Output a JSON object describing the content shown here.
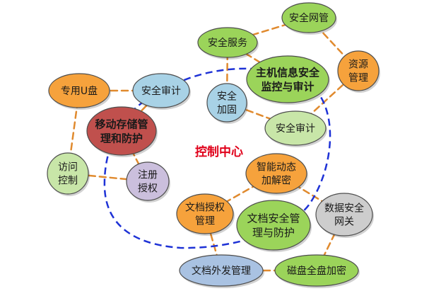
{
  "colors": {
    "orange_dash": "#E08A2E",
    "blue_dash": "#1E32D6",
    "center_text": "#E0001A",
    "green": "#9BD45A",
    "light_green": "#C8E6A8",
    "light_blue": "#A8D2E6",
    "orange": "#F6A23C",
    "maroon": "#C0504D",
    "lilac": "#CBBFDD",
    "gray": "#CDCDCD",
    "blue_gray": "#A9C2E2",
    "outline": "#4D4D4D"
  },
  "center_label": "控制中心",
  "nodes": [
    {
      "id": "secure-network",
      "lines": [
        "安全网管"
      ],
      "fill": "green"
    },
    {
      "id": "security-service",
      "lines": [
        "安全服务"
      ],
      "fill": "green"
    },
    {
      "id": "resource-management",
      "lines": [
        "资源",
        "管理"
      ],
      "fill": "orange"
    },
    {
      "id": "host-security-audit",
      "lines": [
        "主机信息安全",
        "监控与审计"
      ],
      "fill": "green",
      "bold": true
    },
    {
      "id": "security-audit-left",
      "lines": [
        "安全审计"
      ],
      "fill": "light_blue"
    },
    {
      "id": "usb-drive",
      "lines": [
        "专用U盘"
      ],
      "fill": "orange"
    },
    {
      "id": "security-hardening",
      "lines": [
        "安全",
        "加固"
      ],
      "fill": "light_blue"
    },
    {
      "id": "security-audit-right",
      "lines": [
        "安全审计"
      ],
      "fill": "light_green"
    },
    {
      "id": "mobile-storage",
      "lines": [
        "移动存储管",
        "理和防护"
      ],
      "fill": "maroon",
      "bold": true
    },
    {
      "id": "access-control",
      "lines": [
        "访问",
        "控制"
      ],
      "fill": "light_green"
    },
    {
      "id": "registration-auth",
      "lines": [
        "注册",
        "授权"
      ],
      "fill": "lilac"
    },
    {
      "id": "smart-encryption",
      "lines": [
        "智能动态",
        "加解密"
      ],
      "fill": "orange"
    },
    {
      "id": "document-auth",
      "lines": [
        "文档授权",
        "管理"
      ],
      "fill": "orange"
    },
    {
      "id": "document-security",
      "lines": [
        "文档安全管",
        "理与防护"
      ],
      "fill": "green"
    },
    {
      "id": "data-gateway",
      "lines": [
        "数据安全",
        "网关"
      ],
      "fill": "gray"
    },
    {
      "id": "document-outbound",
      "lines": [
        "文档外发管理"
      ],
      "fill": "blue_gray"
    },
    {
      "id": "disk-encryption",
      "lines": [
        "磁盘全盘加密"
      ],
      "fill": "green"
    }
  ],
  "edges": [
    [
      "secure-network",
      "security-service"
    ],
    [
      "secure-network",
      "resource-management"
    ],
    [
      "resource-management",
      "security-audit-right"
    ],
    [
      "security-service",
      "host-security-audit"
    ],
    [
      "security-service",
      "security-hardening"
    ],
    [
      "security-hardening",
      "security-audit-right"
    ],
    [
      "usb-drive",
      "security-audit-left"
    ],
    [
      "security-audit-left",
      "mobile-storage"
    ],
    [
      "usb-drive",
      "access-control"
    ],
    [
      "access-control",
      "registration-auth"
    ],
    [
      "mobile-storage",
      "registration-auth"
    ],
    [
      "smart-encryption",
      "document-auth"
    ],
    [
      "smart-encryption",
      "data-gateway"
    ],
    [
      "document-auth",
      "document-outbound"
    ],
    [
      "data-gateway",
      "disk-encryption"
    ],
    [
      "document-outbound",
      "disk-encryption"
    ]
  ],
  "boundaries": [
    {
      "id": "control-loop",
      "color": "blue_dash"
    }
  ]
}
